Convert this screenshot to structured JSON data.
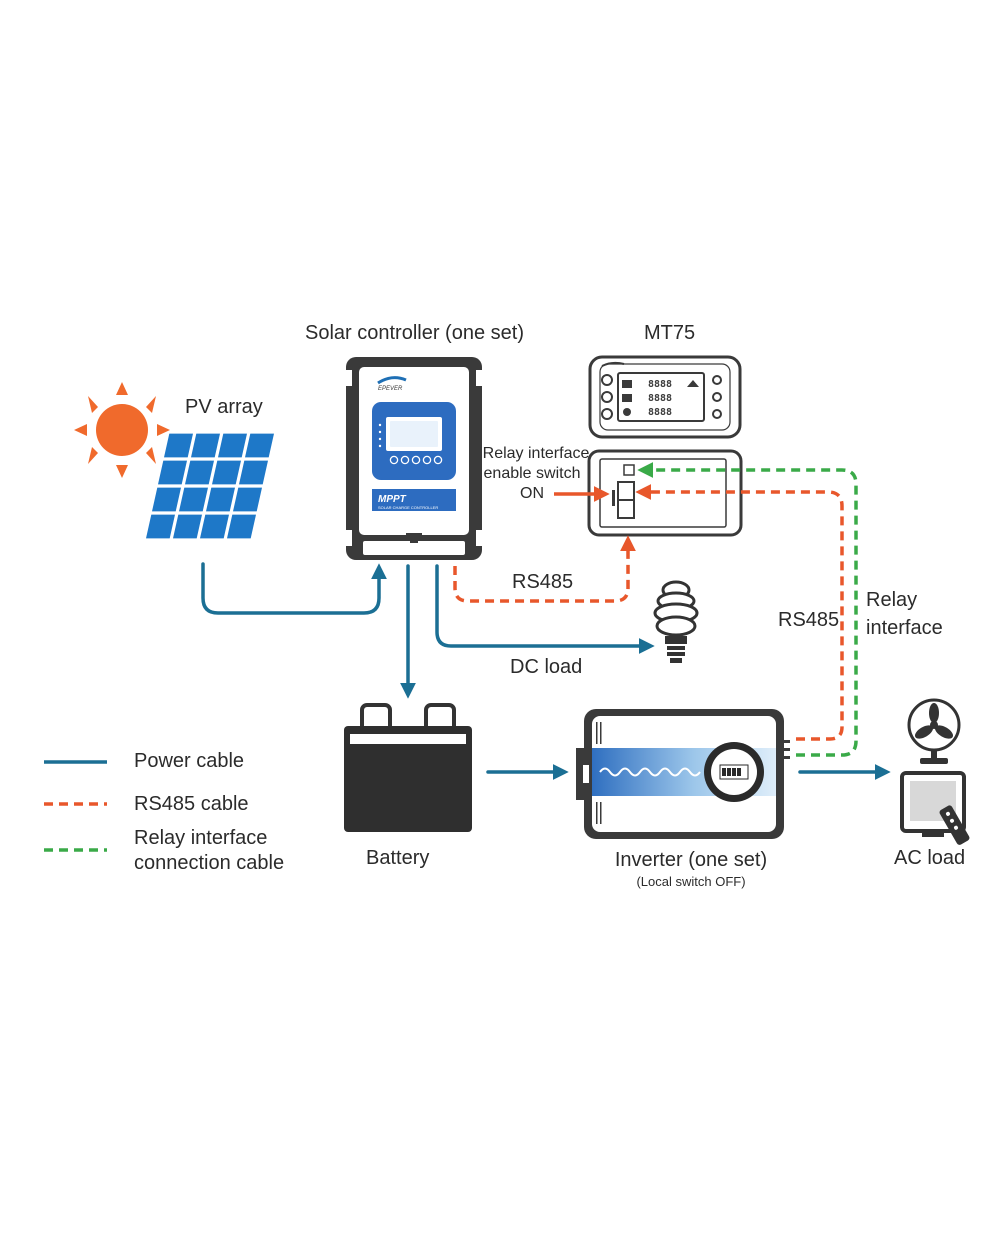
{
  "title": "",
  "colors": {
    "power": "#1b6f94",
    "rs485": "#e8572b",
    "relay": "#3aaa48",
    "sun": "#f06a2c",
    "panel": "#1e78c8",
    "device_body": "#3a3a3a"
  },
  "nodes": {
    "pv_array": "PV array",
    "solar_controller": "Solar controller (one set)",
    "mt75": "MT75",
    "relay_switch_line1": "Relay interface",
    "relay_switch_line2": "enable switch",
    "relay_switch_line3": "ON",
    "battery": "Battery",
    "inverter": "Inverter (one set)",
    "inverter_note": "(Local switch OFF)",
    "ac_load": "AC load",
    "dc_load": "DC load"
  },
  "connection_labels": {
    "rs485_controller": "RS485",
    "rs485_inverter": "RS485",
    "relay_line1": "Relay",
    "relay_line2": "interface"
  },
  "device_text": {
    "controller_mode": "MPPT",
    "controller_sub": "SOLAR CHARGE CONTROLLER"
  },
  "legend": [
    {
      "label": "Power cable",
      "style": "power"
    },
    {
      "label": "RS485 cable",
      "style": "rs485"
    },
    {
      "label": "Relay interface",
      "label2": "connection cable",
      "style": "relay"
    }
  ]
}
